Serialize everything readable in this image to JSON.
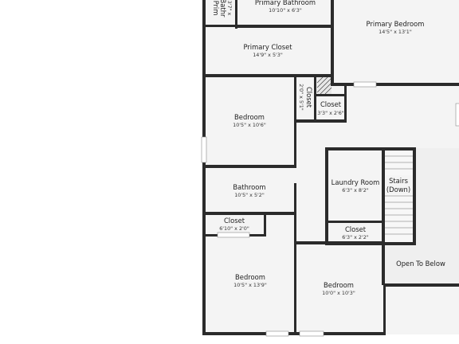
{
  "rooms": {
    "primary_bath_small": {
      "name_line1": "Prim",
      "name_line2": "Bathr",
      "dim": "3'7\" x"
    },
    "primary_bathroom": {
      "name": "Primary Bathroom",
      "dim": "10'10\" x 6'3\""
    },
    "primary_bedroom": {
      "name": "Primary Bedroom",
      "dim": "14'5\" x 13'1\""
    },
    "primary_closet": {
      "name": "Primary Closet",
      "dim": "14'9\" x 5'3\""
    },
    "bedroom_1": {
      "name": "Bedroom",
      "dim": "10'5\" x 10'6\""
    },
    "closet_vertical": {
      "name": "Closet",
      "dim": "2'0\" x 5'1\""
    },
    "closet_small": {
      "name": "Closet",
      "dim": "3'3\" x 2'6\""
    },
    "bathroom": {
      "name": "Bathroom",
      "dim": "10'5\" x 5'2\""
    },
    "laundry_room": {
      "name": "Laundry Room",
      "dim": "6'3\" x 8'2\""
    },
    "stairs": {
      "name_line1": "Stairs",
      "name_line2": "(Down)"
    },
    "closet_left": {
      "name": "Closet",
      "dim": "6'10\" x 2'0\""
    },
    "closet_laundry": {
      "name": "Closet",
      "dim": "6'3\" x 2'2\""
    },
    "open_to_below": {
      "name": "Open To Below"
    },
    "bedroom_2": {
      "name": "Bedroom",
      "dim": "10'5\" x 13'9\""
    },
    "bedroom_3": {
      "name": "Bedroom",
      "dim": "10'0\" x 10'3\""
    }
  },
  "colors": {
    "wall": "#2b2b2b",
    "floor": "#f4f4f4",
    "open_area": "#f0f0f0",
    "background": "#ffffff"
  }
}
